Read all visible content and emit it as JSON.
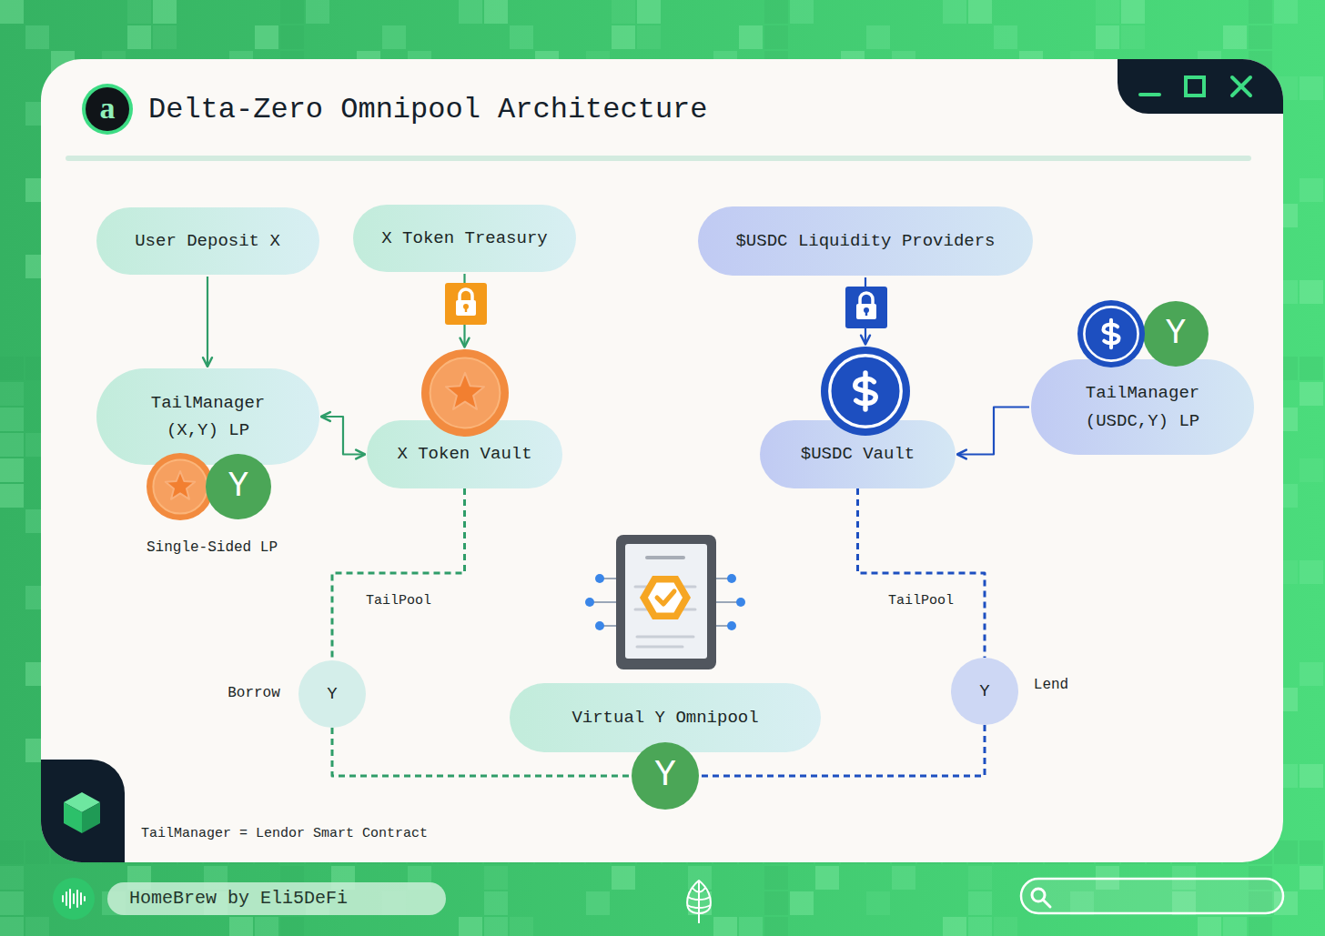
{
  "diagram": {
    "title": "Delta-Zero Omnipool Architecture",
    "nodes": [
      {
        "text": [
          "User Deposit X"
        ]
      },
      {
        "text": [
          "X Token Treasury"
        ]
      },
      {
        "text": [
          "$USDC Liquidity Providers"
        ]
      },
      {
        "text": [
          "TailManager (X,Y) LP"
        ]
      },
      {
        "text": [
          "X Token Vault"
        ]
      },
      {
        "text": [
          "$USDC Vault"
        ]
      },
      {
        "text": [
          "TailManager (USDC,Y) LP"
        ]
      },
      {
        "text": [
          "Virtual Y Omnipool"
        ]
      },
      {
        "text": [
          "Y"
        ]
      },
      {
        "text": [
          "Y"
        ]
      },
      {
        "text": [
          "Y"
        ]
      },
      {
        "text": [
          "Y"
        ]
      },
      {
        "text": [
          "Y"
        ]
      }
    ],
    "edges": [
      {
        "from": 0,
        "to": 3,
        "arrow": "to"
      },
      {
        "from": 3,
        "to": 4,
        "arrow": "both"
      },
      {
        "from": 1,
        "to": 4,
        "arrow": "to"
      },
      {
        "from": 2,
        "to": 5,
        "arrow": "to"
      },
      {
        "from": 6,
        "to": 5,
        "arrow": "to"
      },
      {
        "from": 4,
        "to": 8,
        "label": "TailPool",
        "arrow": "none"
      },
      {
        "from": 8,
        "to": 10,
        "arrow": "none"
      },
      {
        "from": 5,
        "to": 9,
        "label": "TailPool",
        "arrow": "none"
      },
      {
        "from": 9,
        "to": 10,
        "arrow": "none"
      }
    ],
    "labels": [
      "a",
      "Single-Sided LP",
      "Borrow",
      "Lend",
      "TailManager = Lendor Smart Contract",
      "HomeBrew by Eli5DeFi"
    ]
  }
}
